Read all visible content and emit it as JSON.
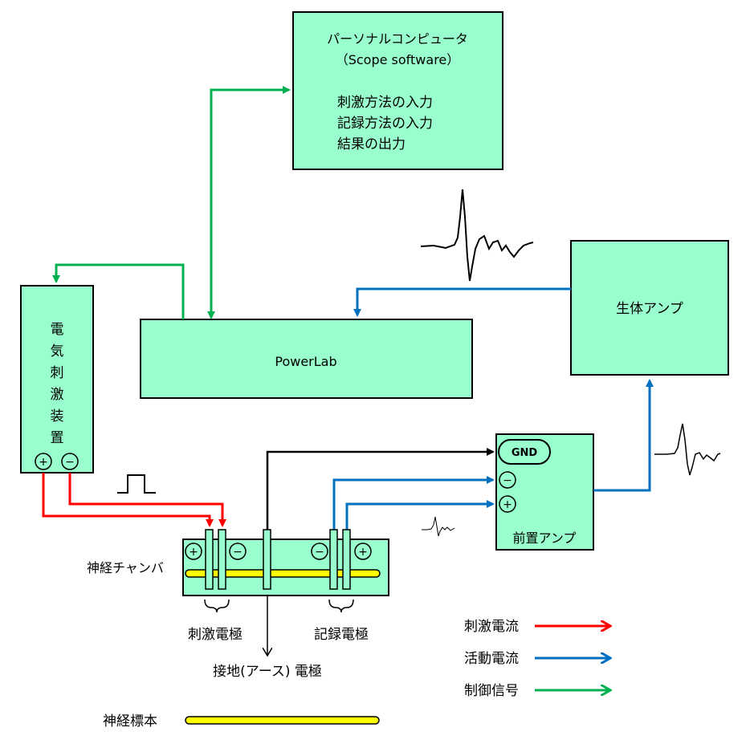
{
  "computer": {
    "title": "パーソナルコンピュータ",
    "subtitle": "（Scope software）",
    "lines": [
      "刺激方法の入力",
      "記録方法の入力",
      "結果の出力"
    ]
  },
  "powerlab": {
    "label": "PowerLab"
  },
  "bioamp": {
    "label": "生体アンプ"
  },
  "stimulator": {
    "label_chars": [
      "電",
      "気",
      "刺",
      "激",
      "装",
      "置"
    ],
    "plus": "+",
    "minus": "−"
  },
  "preamp": {
    "label": "前置アンプ",
    "gnd": "GND",
    "minus": "−",
    "plus": "+"
  },
  "chamber": {
    "label": "神経チャンバ",
    "plus_left": "+",
    "minus_left": "−",
    "minus_right": "−",
    "plus_right": "+",
    "stim_electrode_label": "刺激電極",
    "record_electrode_label": "記録電極",
    "ground_electrode_label": "接地(アース) 電極"
  },
  "legend": {
    "stim_current": "刺激電流",
    "action_current": "活動電流",
    "control_signal": "制御信号",
    "nerve_specimen": "神経標本"
  },
  "colors": {
    "box_fill": "#99ffcc",
    "stim": "#ff0000",
    "action": "#0070c0",
    "control": "#00b050",
    "nerve": "#ffff00"
  }
}
